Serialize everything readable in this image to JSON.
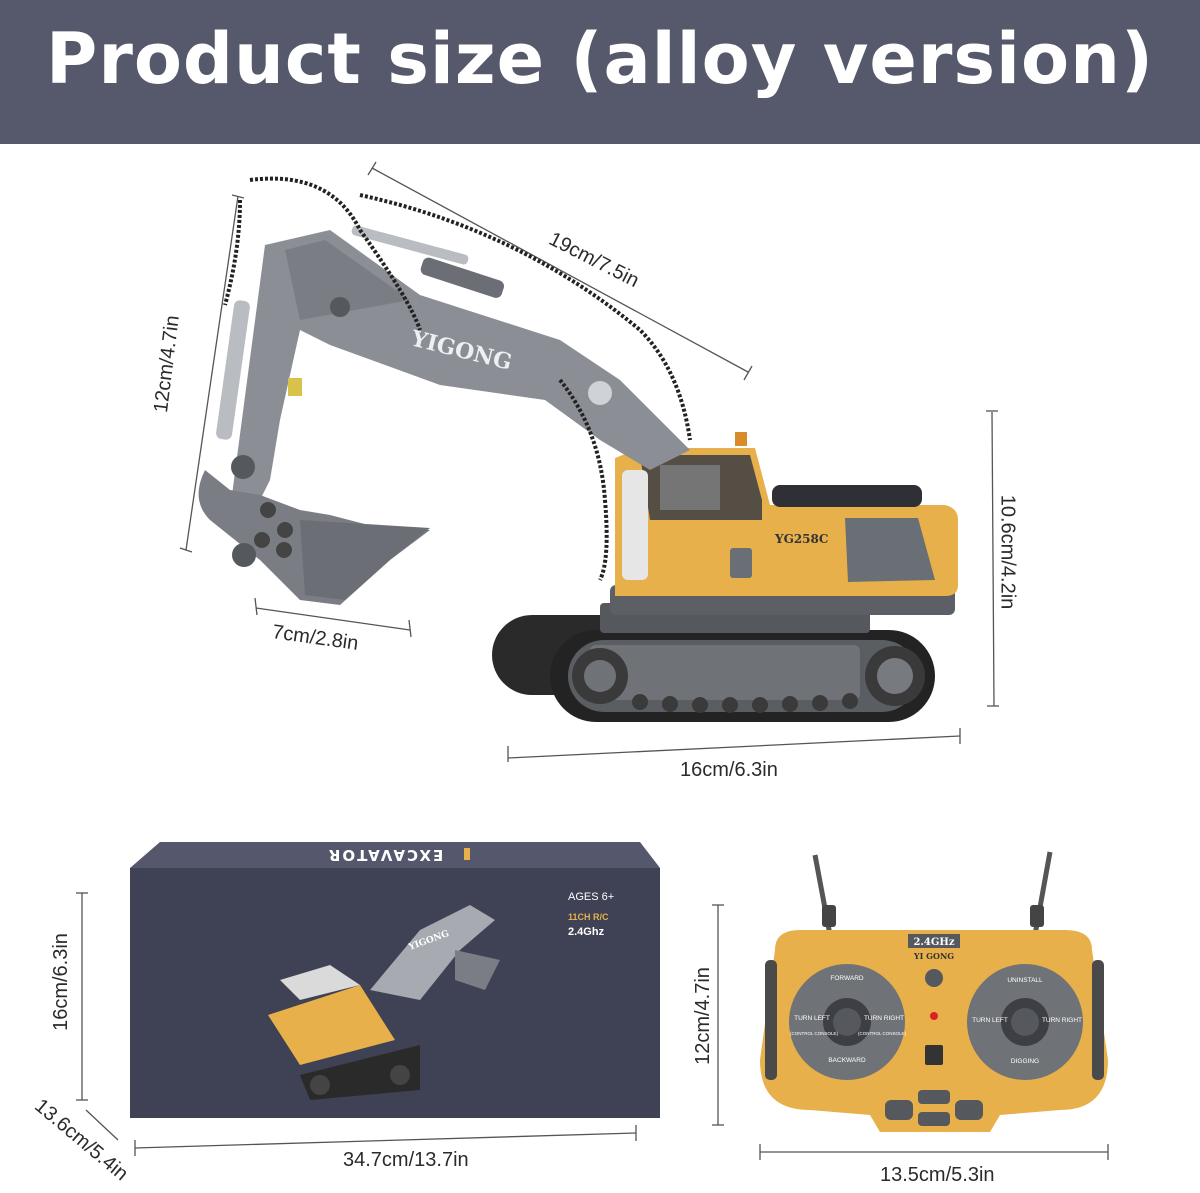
{
  "header": {
    "title": "Product size (alloy version)"
  },
  "excavator": {
    "brand": "YIGONG",
    "model": "YG258C",
    "dims": {
      "height": "12cm/4.7in",
      "arm": "19cm/7.5in",
      "bucket": "7cm/2.8in",
      "body_height": "10.6cm/4.2in",
      "track_length": "16cm/6.3in"
    }
  },
  "box": {
    "title": "EXCAVATOR",
    "ages": "AGES 6+",
    "channels": "11CH R/C",
    "frequency": "2.4Ghz",
    "brand": "YIGONG",
    "dims": {
      "height": "16cm/6.3in",
      "depth": "13.6cm/5.4in",
      "width": "34.7cm/13.7in"
    }
  },
  "remote": {
    "frequency": "2.4GHz",
    "brand": "YI GONG",
    "labels": {
      "forward": "FORWARD",
      "backward": "BACKWARD",
      "turn_left": "TURN LEFT",
      "turn_right": "TURN RIGHT",
      "console_left": "(CONTROL CONSOLE)",
      "console_right": "(CONTROL CONSOLE)",
      "uninstall": "UNINSTALL",
      "digging": "DIGGING",
      "turn_left_2": "TURN LEFT",
      "turn_right_2": "TURN RIGHT"
    },
    "dims": {
      "height": "12cm/4.7in",
      "width": "13.5cm/5.3in"
    }
  },
  "colors": {
    "banner": "#56596b",
    "yellow": "#e8b04a",
    "gray": "#8b8f95",
    "box": "#3f4155"
  }
}
